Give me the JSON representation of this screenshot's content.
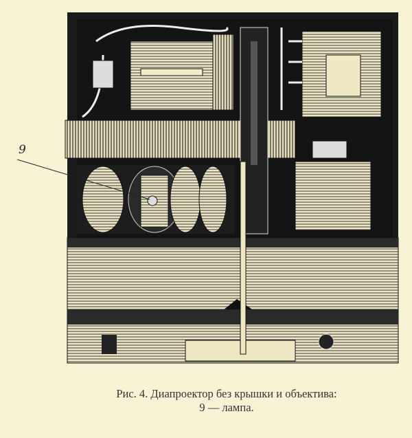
{
  "figure": {
    "callout_number": "9",
    "caption_line1": "Рис. 4. Диапроектор без крышки и объектива:",
    "caption_line2": "9 — лампа."
  }
}
